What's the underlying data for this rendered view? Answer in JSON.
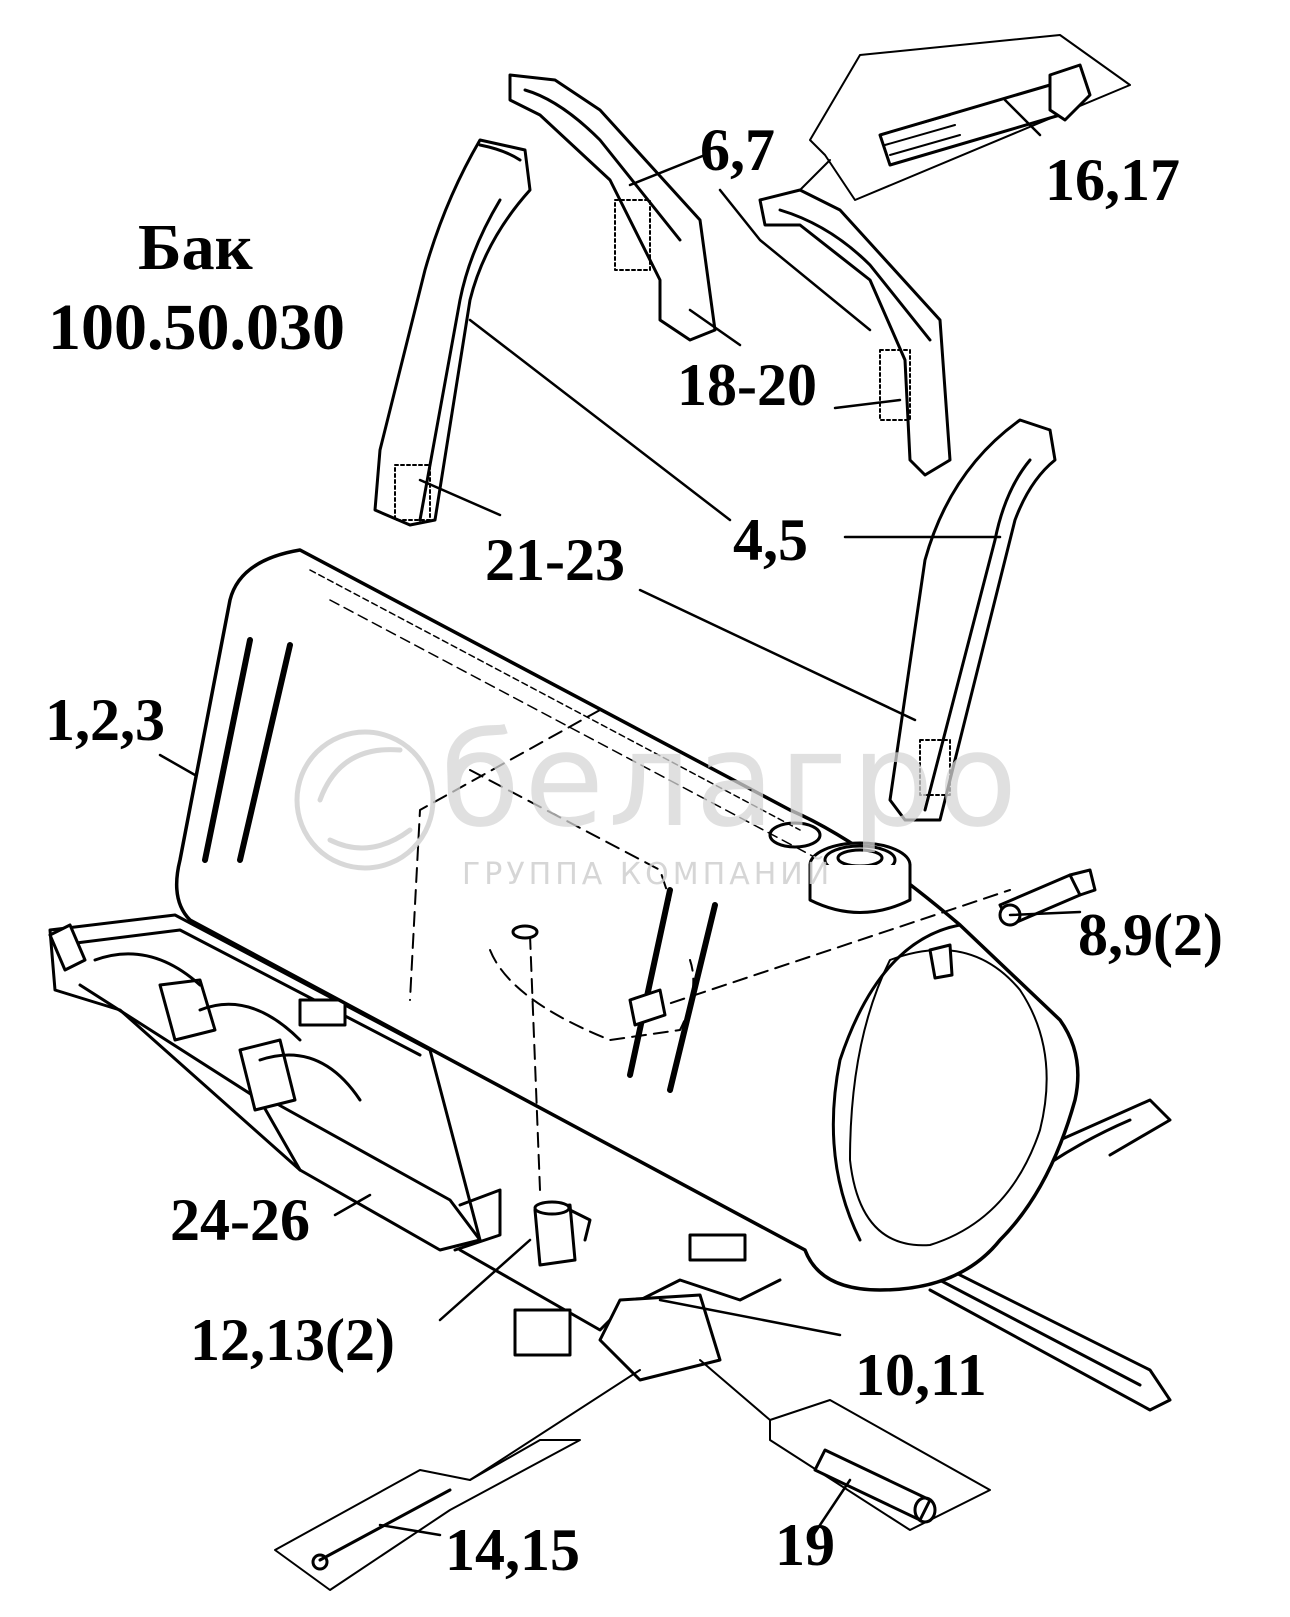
{
  "title": {
    "line1": "Бак",
    "line2": "100.50.030"
  },
  "callouts": [
    {
      "id": "c-6-7",
      "text": "6,7"
    },
    {
      "id": "c-16-17",
      "text": "16,17"
    },
    {
      "id": "c-18-20",
      "text": "18-20"
    },
    {
      "id": "c-21-23",
      "text": "21-23"
    },
    {
      "id": "c-4-5",
      "text": "4,5"
    },
    {
      "id": "c-1-2-3",
      "text": "1,2,3"
    },
    {
      "id": "c-8-9-2",
      "text": "8,9(2)"
    },
    {
      "id": "c-24-26",
      "text": "24-26"
    },
    {
      "id": "c-12-13-2",
      "text": "12,13(2)"
    },
    {
      "id": "c-10-11",
      "text": "10,11"
    },
    {
      "id": "c-14-15",
      "text": "14,15"
    },
    {
      "id": "c-19",
      "text": "19"
    }
  ],
  "watermark": {
    "brand": "белагро",
    "subtitle": "ГРУППА КОМПАНИЙ",
    "logo_icon": "belagro-logo-icon"
  },
  "colors": {
    "ink": "#000000",
    "paper": "#ffffff",
    "watermark": "#d6d6d6"
  }
}
